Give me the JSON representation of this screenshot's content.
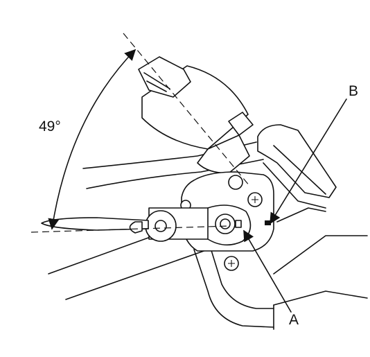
{
  "labels": {
    "angle": "49°",
    "callout_b": "B",
    "callout_a": "A"
  },
  "icons": {
    "motor": "wiper-motor-icon",
    "arrow": "arrowhead-icon",
    "bolt": "bolt-icon"
  }
}
